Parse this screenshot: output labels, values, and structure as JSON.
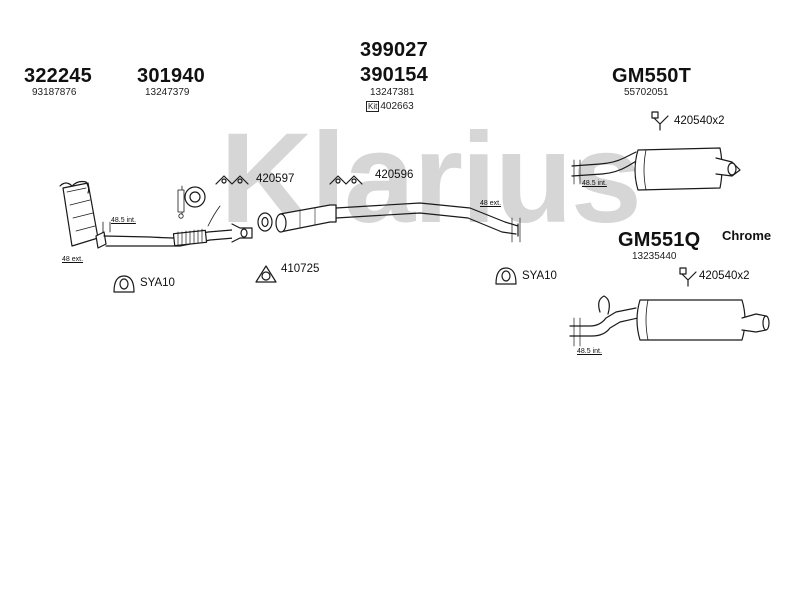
{
  "watermark": "Klarius",
  "pipes": [
    {
      "number": "322245",
      "oe": "93187876"
    },
    {
      "number": "301940",
      "oe": "13247379"
    },
    {
      "number_top": "399027",
      "number": "390154",
      "oe": "13247381",
      "kit_label": "Kit",
      "kit_number": "402663"
    },
    {
      "number": "GM550T",
      "oe": "55702051"
    },
    {
      "number": "GM551Q",
      "oe": "13235440",
      "note": "Chrome"
    }
  ],
  "accessories": {
    "clamp_a": "420597",
    "clamp_b": "420596",
    "gasket": "410725",
    "mount_1": "SYA10",
    "mount_2": "SYA10",
    "hanger_1": "420540x2",
    "hanger_2": "420540x2"
  },
  "dimensions": {
    "d1": "48.5 int.",
    "d2": "48 ext.",
    "d3": "48 ext.",
    "d4": "48.5 int.",
    "d5": "48.5 int."
  },
  "colors": {
    "line": "#1a1a1a",
    "watermark": "#d4d4d4"
  }
}
